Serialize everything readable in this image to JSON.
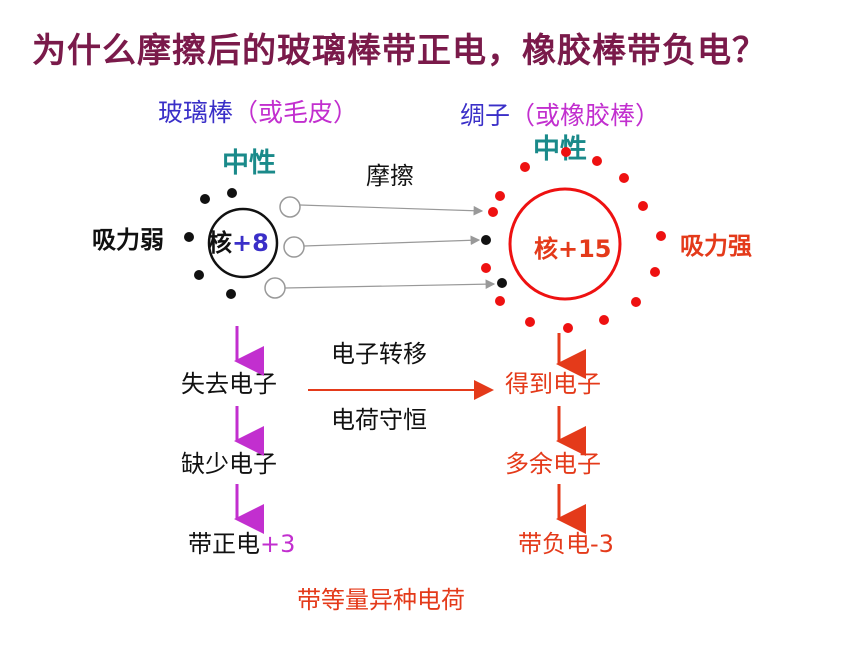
{
  "title": "为什么摩擦后的玻璃棒带正电，橡胶棒带负电？",
  "left_atom": {
    "name": "玻璃棒",
    "name_paren": "（或毛皮）",
    "state": "中性",
    "nucleus_label": "核",
    "nucleus_charge": "+8",
    "attraction": "吸力弱"
  },
  "right_atom": {
    "name": "绸子",
    "name_paren": "（或橡胶棒）",
    "state": "中性",
    "nucleus_label": "核+15",
    "attraction": "吸力强"
  },
  "friction_label": "摩擦",
  "left_chain": {
    "step1": "失去电子",
    "step2": "缺少电子",
    "result_text": "带正电",
    "result_charge": "+3"
  },
  "right_chain": {
    "step1": "得到电子",
    "step2": "多余电子",
    "result": "带负电-3"
  },
  "transfer_label": "电子转移",
  "conservation_label": "电荷守恒",
  "conclusion": "带等量异种电荷",
  "colors": {
    "title": "#7a1a4a",
    "blue_label": "#3a2fc8",
    "teal_label": "#1a8a8a",
    "red": "#e43a1a",
    "magenta": "#c22fcf",
    "red_electron": "#ee1111",
    "black_electron": "#111111"
  }
}
